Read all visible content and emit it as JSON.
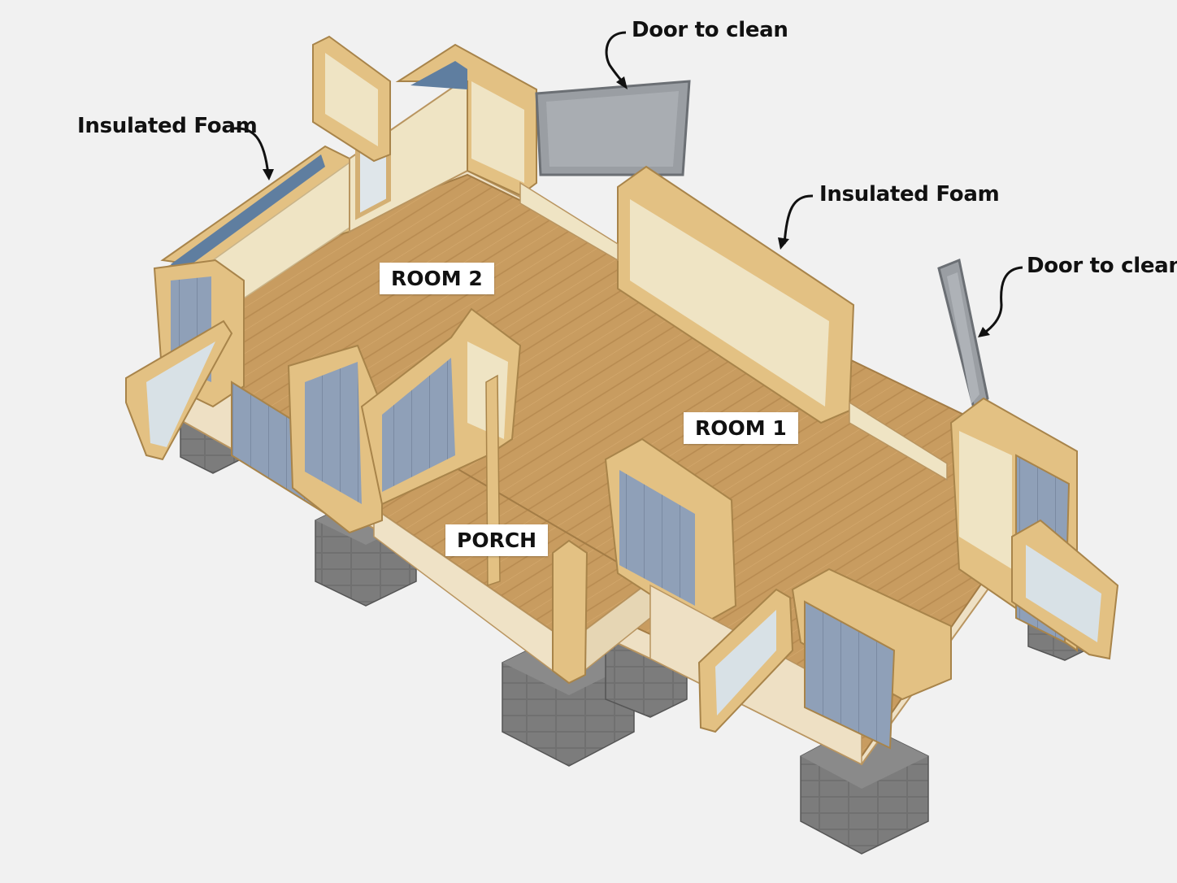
{
  "callouts": {
    "door_top": "Door to clean",
    "door_right": "Door to clean",
    "foam_left": "Insulated Foam",
    "foam_right": "Insulated Foam"
  },
  "rooms": {
    "room1": "ROOM 1",
    "room2": "ROOM 2",
    "porch": "PORCH"
  },
  "colors": {
    "floor": "#c69a5e",
    "timber": "#e3c183",
    "foam": "#efe4c4",
    "siding": "#8e9fb8",
    "concrete": "#6f6f6f",
    "door_panel": "#9a9ea3",
    "glass": "#d8e1e6"
  }
}
